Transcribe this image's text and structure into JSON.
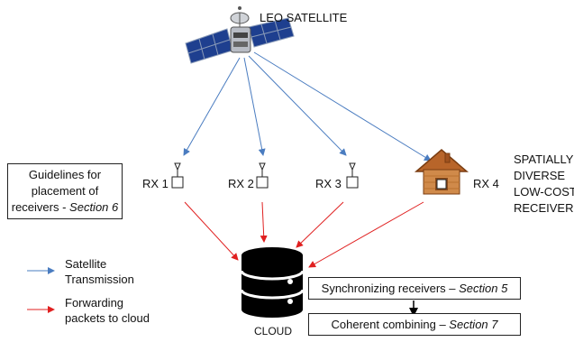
{
  "satellite": {
    "label": "LEO SATELLITE"
  },
  "receivers": [
    {
      "label": "RX 1"
    },
    {
      "label": "RX 2"
    },
    {
      "label": "RX 3"
    },
    {
      "label": "RX 4"
    }
  ],
  "spatial_note": {
    "lines": [
      "SPATIALLY",
      "DIVERSE",
      "LOW-COST",
      "RECEIVERS"
    ]
  },
  "guidelines_box": {
    "line1": "Guidelines for",
    "line2": "placement of",
    "line3_text": "receivers - ",
    "line3_section": "Section 6"
  },
  "cloud": {
    "label": "CLOUD"
  },
  "sync_box": {
    "text": "Synchronizing receivers – ",
    "section": "Section 5"
  },
  "combine_box": {
    "text": "Coherent combining – ",
    "section": "Section 7"
  },
  "legend": [
    {
      "line1": "Satellite",
      "line2": "Transmission",
      "color": "#4a7cc0"
    },
    {
      "line1": "Forwarding",
      "line2": "packets to cloud",
      "color": "#e02020"
    }
  ]
}
